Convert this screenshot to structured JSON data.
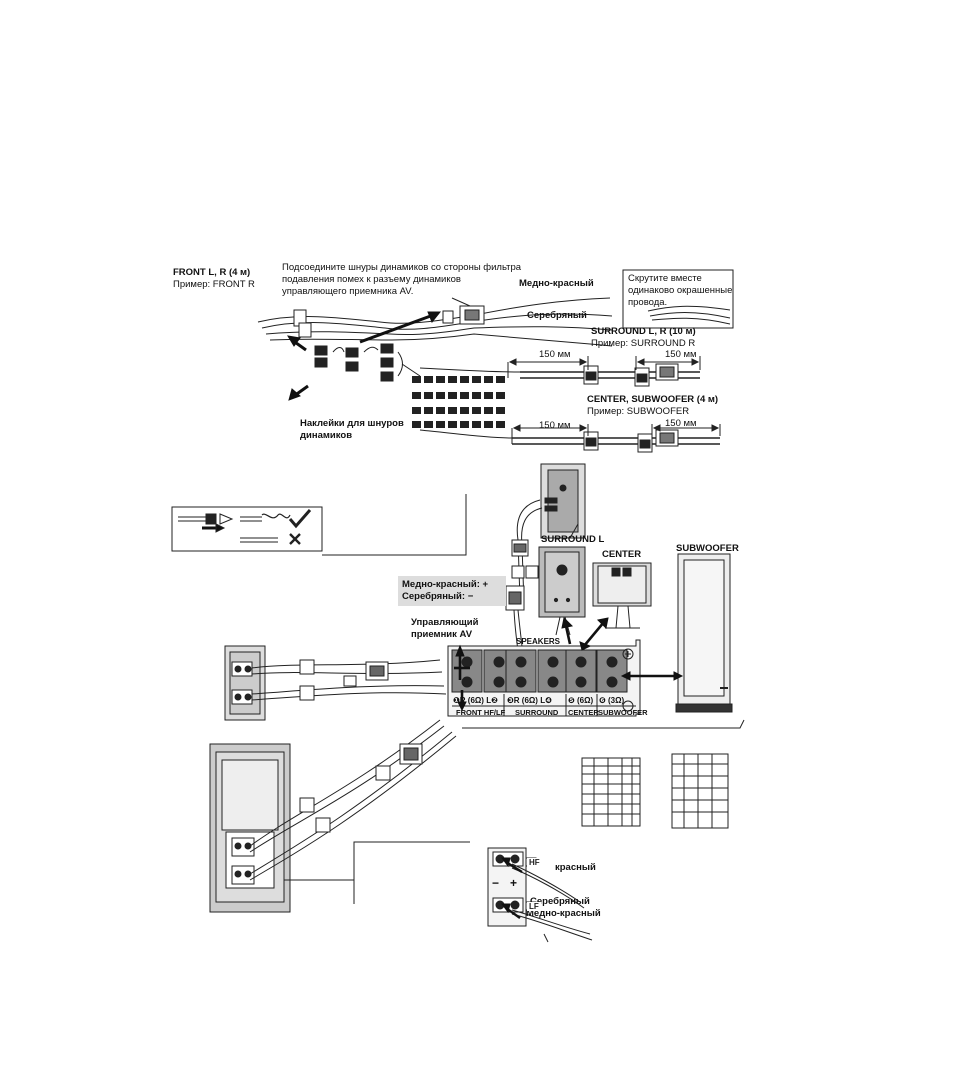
{
  "top": {
    "front_title": "FRONT L, R (4 м)",
    "front_example": "Пример:  FRONT R",
    "instruction_line1": "Подсоедините шнуры динамиков со стороны фильтра",
    "instruction_line2": "подавления помех к разъему динамиков",
    "instruction_line3": "управляющего приемника AV.",
    "copper_red": "Медно-красный",
    "silver": "Серебряный",
    "twist_line1": "Скрутите вместе",
    "twist_line2": "одинаково окрашенные",
    "twist_line3": "провода.",
    "surround_title": "SURROUND L, R (10 м)",
    "surround_example": "Пример:  SURROUND R",
    "mm150_a": "150 мм",
    "mm150_b": "150 мм",
    "center_title": "CENTER, SUBWOOFER (4 м)",
    "center_example": "Пример:  SUBWOOFER",
    "mm150_c": "150 мм",
    "mm150_d": "150 мм",
    "stickers_line1": "Наклейки для шнуров",
    "stickers_line2": "динамиков"
  },
  "middle": {
    "surround_l": "SURROUND L",
    "center": "CENTER",
    "subwoofer": "SUBWOOFER",
    "polarity_plus": "Медно-красный:  +",
    "polarity_minus": "Серебряный:  −",
    "receiver_line1": "Управляющий",
    "receiver_line2": "приемник AV",
    "speakers": "SPEAKERS",
    "terminal_front": "❶R (6Ω) L❷",
    "terminal_front_sub": "FRONT  HF/LF",
    "terminal_surround": "❸R  (6Ω)  L❹",
    "terminal_surround_sub": "SURROUND",
    "terminal_center": "❺ (6Ω)",
    "terminal_center_sub": "CENTER",
    "terminal_sub": "❻ (3Ω)",
    "terminal_sub_sub": "SUBWOOFER"
  },
  "bottom": {
    "red": "красный",
    "silver": "Серебряный",
    "copper_red": "Медно-красный",
    "hf": "HF",
    "lf": "LF",
    "minus": "−",
    "plus": "+"
  }
}
